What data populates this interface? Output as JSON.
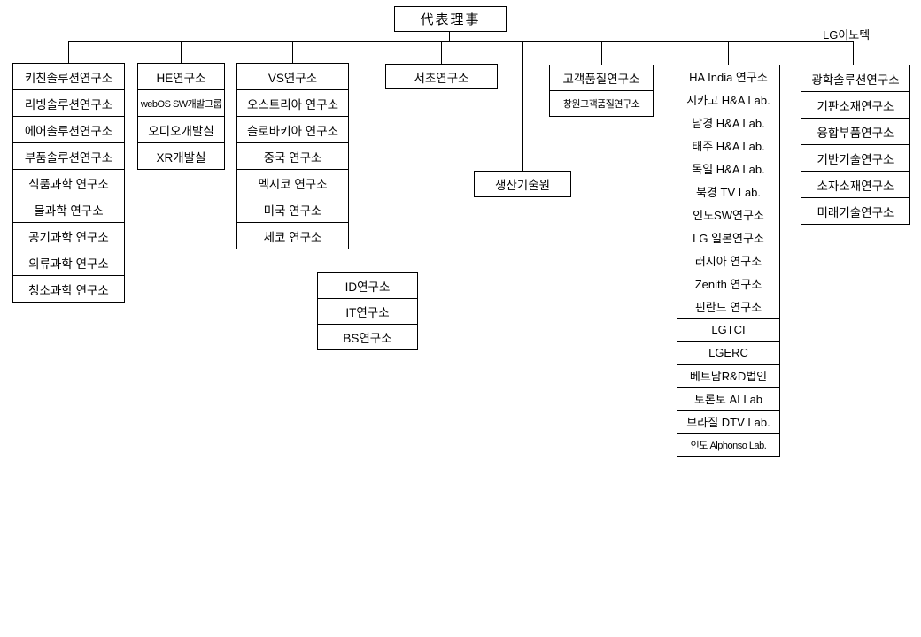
{
  "chart": {
    "type": "org-chart",
    "root": "代表理事",
    "innotek_label": "LG이노텍",
    "line_color": "#000000",
    "box_border_color": "#000000",
    "background": "#ffffff"
  },
  "groups": {
    "appliance": {
      "items": [
        "키친솔루션연구소",
        "리빙솔루션연구소",
        "에어솔루션연구소",
        "부품솔루션연구소",
        "식품과학 연구소",
        "물과학 연구소",
        "공기과학 연구소",
        "의류과학 연구소",
        "청소과학 연구소"
      ]
    },
    "he": {
      "items": [
        "HE연구소",
        "webOS SW개발그룹",
        "오디오개발실",
        "XR개발실"
      ]
    },
    "vs": {
      "items": [
        "VS연구소",
        "오스트리아 연구소",
        "슬로바키아 연구소",
        "중국 연구소",
        "멕시코 연구소",
        "미국 연구소",
        "체코 연구소"
      ]
    },
    "seocho": {
      "items": [
        "서초연구소"
      ]
    },
    "cto": {
      "items": [
        "ID연구소",
        "IT연구소",
        "BS연구소"
      ]
    },
    "production": {
      "items": [
        "생산기술원"
      ]
    },
    "quality": {
      "items": [
        "고객품질연구소",
        "창원고객품질연구소"
      ]
    },
    "overseas": {
      "items": [
        "HA India 연구소",
        "시카고 H&A Lab.",
        "남경 H&A Lab.",
        "태주 H&A Lab.",
        "독일 H&A Lab.",
        "북경 TV Lab.",
        "인도SW연구소",
        "LG 일본연구소",
        "러시아 연구소",
        "Zenith 연구소",
        "핀란드 연구소",
        "LGTCI",
        "LGERC",
        "베트남R&D법인",
        "토론토 AI Lab",
        "브라질 DTV Lab.",
        "인도 Alphonso Lab."
      ]
    },
    "innotek": {
      "items": [
        "광학솔루션연구소",
        "기판소재연구소",
        "융합부품연구소",
        "기반기술연구소",
        "소자소재연구소",
        "미래기술연구소"
      ]
    }
  }
}
